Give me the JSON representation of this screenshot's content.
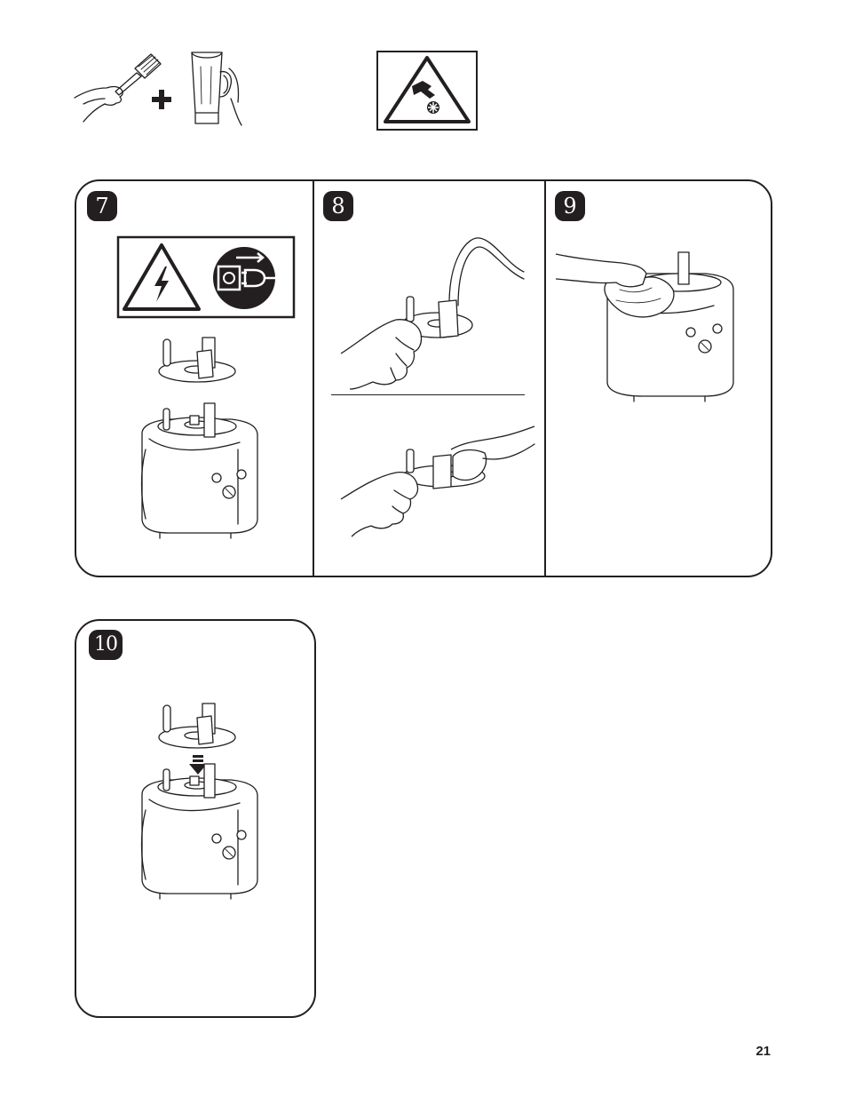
{
  "header": {
    "icons": [
      "brush-hand-icon",
      "plus-icon",
      "pitcher-hand-icon",
      "hand-blade-warning-icon"
    ]
  },
  "steps": [
    {
      "number": "7",
      "icons": [
        "electric-shock-warning-icon",
        "unplug-icon"
      ],
      "images": [
        "blade-assembly",
        "blender-base-with-blade"
      ]
    },
    {
      "number": "8",
      "images": [
        "rinse-under-faucet",
        "wipe-blade-by-hand"
      ]
    },
    {
      "number": "9",
      "images": [
        "wipe-base-with-cloth"
      ]
    },
    {
      "number": "10",
      "images": [
        "blade-assembly-above-base",
        "down-arrow"
      ]
    }
  ],
  "footer": {
    "page_number": "21"
  }
}
